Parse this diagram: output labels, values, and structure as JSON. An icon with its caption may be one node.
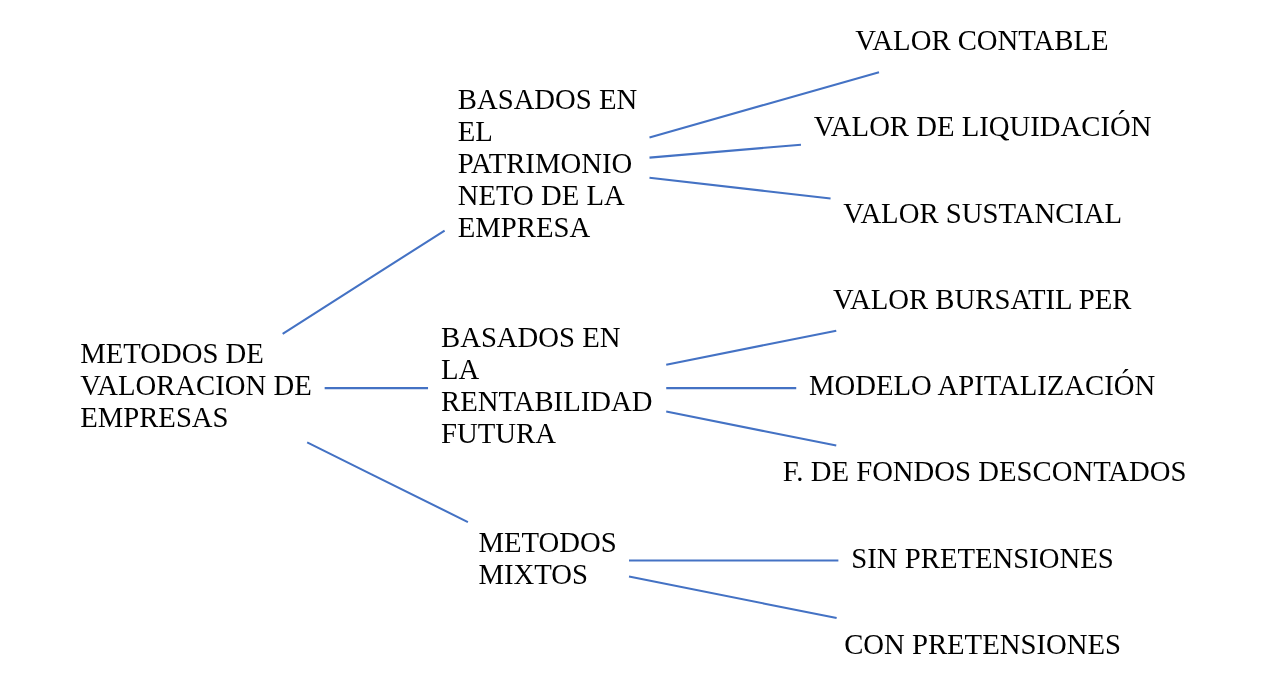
{
  "diagram": {
    "nodes": [
      {
        "text": [
          "METODOS DE VALORACION DE EMPRESAS"
        ]
      },
      {
        "text": [
          "BASADOS EN EL PATRIMONIO NETO DE LA EMPRESA"
        ]
      },
      {
        "text": [
          "BASADOS EN LA RENTABILIDAD FUTURA"
        ]
      },
      {
        "text": [
          "METODOS MIXTOS"
        ]
      },
      {
        "text": [
          "VALOR CONTABLE"
        ]
      },
      {
        "text": [
          "VALOR DE LIQUIDACIÓN"
        ]
      },
      {
        "text": [
          "VALOR SUSTANCIAL"
        ]
      },
      {
        "text": [
          "VALOR BURSATIL PER"
        ]
      },
      {
        "text": [
          "MODELO APITALIZACIÓN"
        ]
      },
      {
        "text": [
          "F. DE FONDOS DESCONTADOS"
        ]
      },
      {
        "text": [
          "SIN PRETENSIONES"
        ]
      },
      {
        "text": [
          "CON PRETENSIONES"
        ]
      }
    ],
    "edges": [
      {
        "from": 0,
        "to": 1,
        "arrow": "none"
      },
      {
        "from": 0,
        "to": 2,
        "arrow": "none"
      },
      {
        "from": 0,
        "to": 3,
        "arrow": "none"
      },
      {
        "from": 1,
        "to": 4,
        "arrow": "none"
      },
      {
        "from": 1,
        "to": 5,
        "arrow": "none"
      },
      {
        "from": 1,
        "to": 6,
        "arrow": "none"
      },
      {
        "from": 2,
        "to": 7,
        "arrow": "none"
      },
      {
        "from": 2,
        "to": 8,
        "arrow": "none"
      },
      {
        "from": 2,
        "to": 9,
        "arrow": "none"
      },
      {
        "from": 3,
        "to": 10,
        "arrow": "none"
      },
      {
        "from": 3,
        "to": 11,
        "arrow": "none"
      }
    ]
  }
}
